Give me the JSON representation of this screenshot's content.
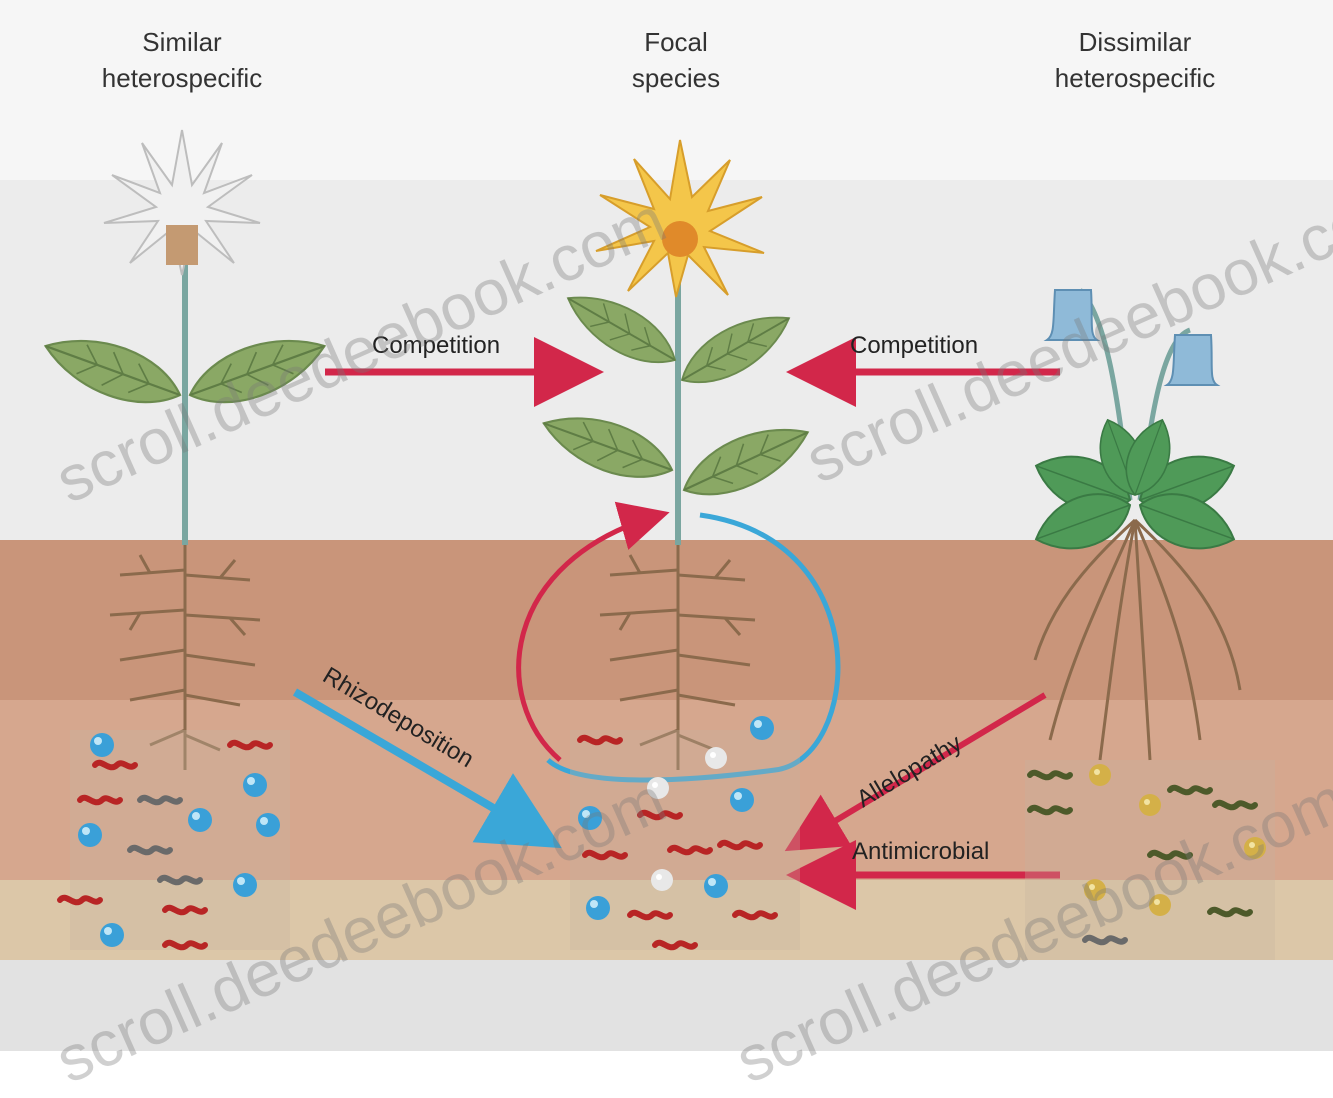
{
  "titles": {
    "left": "Similar\nheterospecific",
    "center": "Focal\nspecies",
    "right": "Dissimilar\nheterospecific"
  },
  "labels": {
    "competition_left": "Competition",
    "competition_right": "Competition",
    "rhizodeposition": "Rhizodeposition",
    "allelopathy": "Allelopathy",
    "antimicrobial": "Antimicrobial"
  },
  "watermarks": {
    "w1": "scroll.deedeebook.com",
    "w2": "scroll.deedeebook.com",
    "w3": "scroll.deedeebook.com",
    "w4": "scroll.deedeebook.com"
  },
  "colors": {
    "sky": "#ececec",
    "soil": "#c9957a",
    "arrow_red": "#d2274a",
    "loop_blue": "#3aa7d8",
    "flower_yellow": "#f4c64a",
    "leaf_green": "#8aa865",
    "dark_leaf": "#4f9a58",
    "bell_blue": "#8fbad8"
  }
}
